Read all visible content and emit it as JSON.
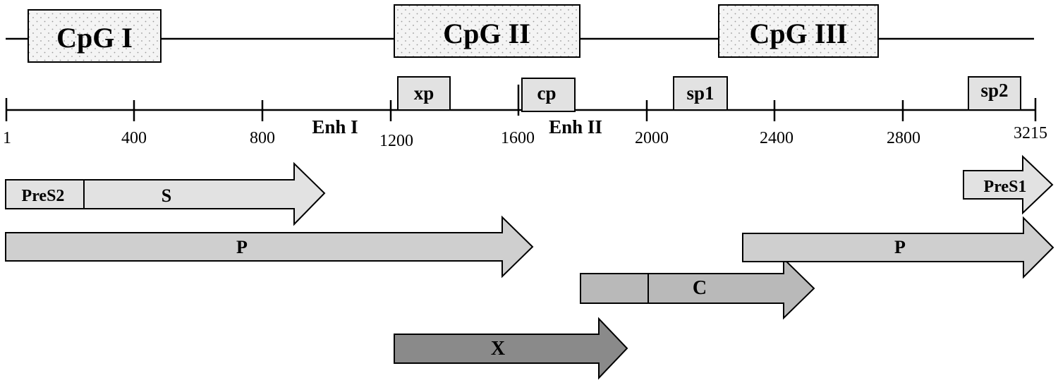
{
  "cpg_islands": [
    {
      "label": "CpG I"
    },
    {
      "label": "CpG II"
    },
    {
      "label": "CpG III"
    }
  ],
  "promoters": [
    {
      "label": "xp"
    },
    {
      "label": "cp"
    },
    {
      "label": "sp1"
    },
    {
      "label": "sp2"
    }
  ],
  "enhancers": [
    {
      "label": "Enh I"
    },
    {
      "label": "Enh II"
    }
  ],
  "ruler": {
    "ticks": [
      "1",
      "400",
      "800",
      "1200",
      "1600",
      "2000",
      "2400",
      "2800",
      "3215"
    ]
  },
  "orfs": {
    "pres2": "PreS2",
    "s": "S",
    "pres1": "PreS1",
    "p_left": "P",
    "p_right": "P",
    "c": "C",
    "x": "X"
  },
  "colors": {
    "light": "#e2e2e2",
    "medium": "#cfcfcf",
    "c_gene": "#b9b9b9",
    "x_gene": "#8a8a8a",
    "cpg_fill": "#f4f4f4",
    "stroke": "#000000"
  }
}
